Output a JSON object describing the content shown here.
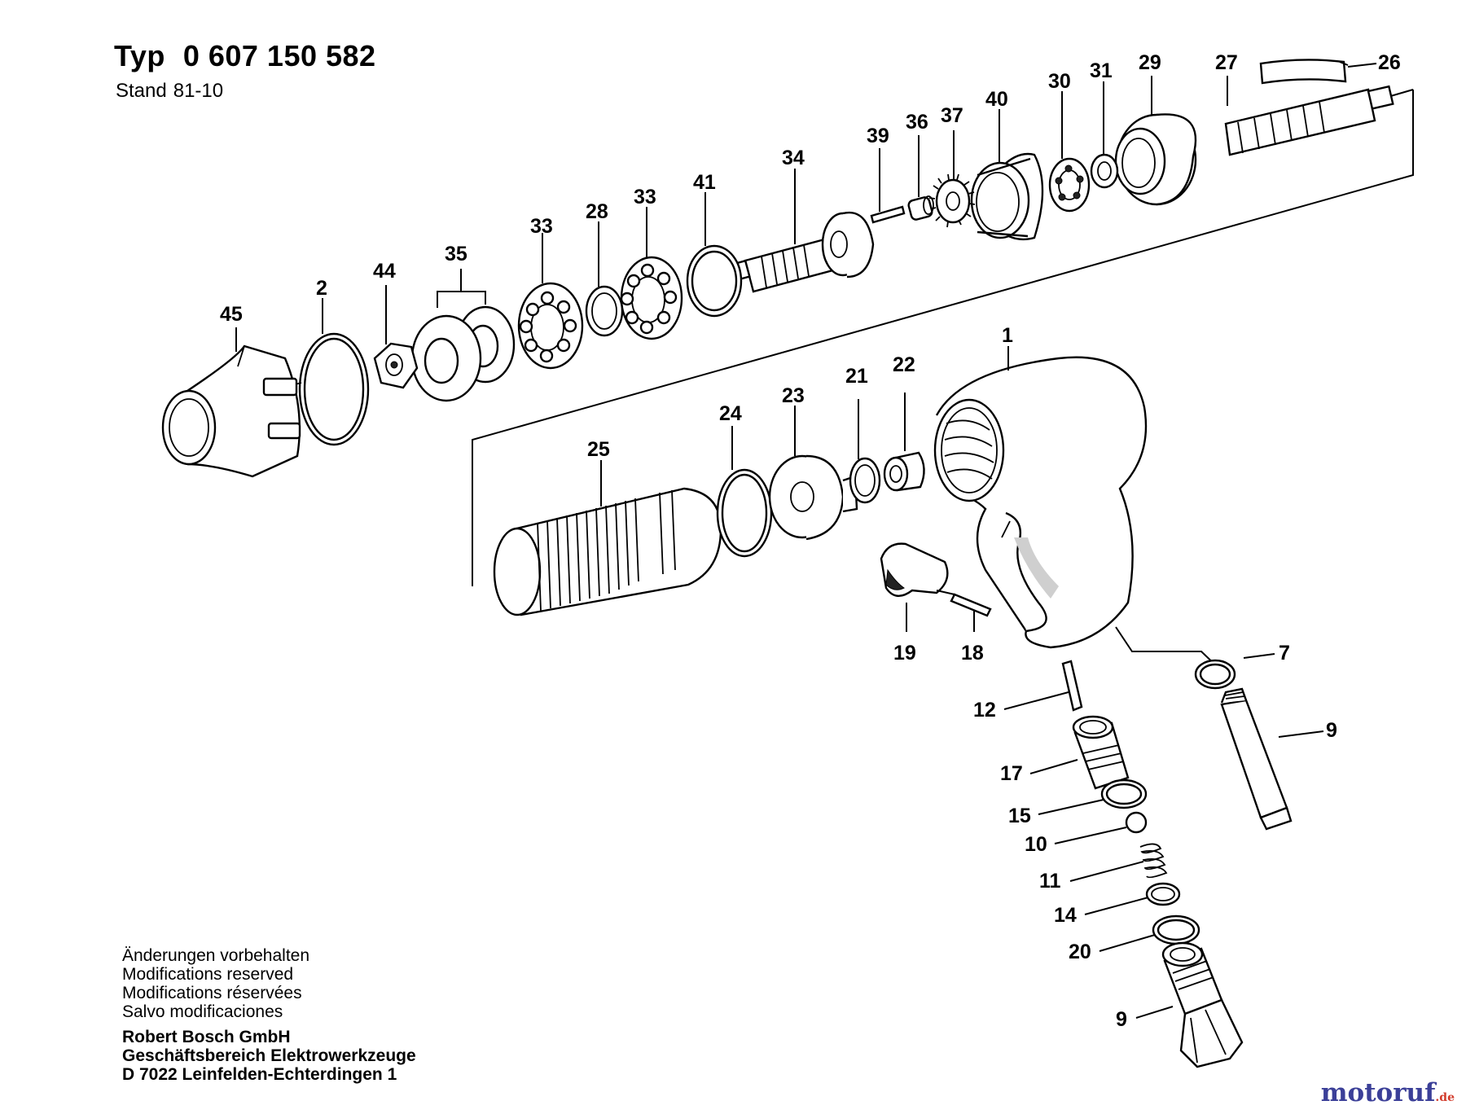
{
  "header": {
    "type_label": "Typ",
    "type_number": "0 607 150 582",
    "stand_label": "Stand",
    "stand_value": "81-10"
  },
  "notes": [
    "Änderungen vorbehalten",
    "Modifications reserved",
    "Modifications réservées",
    "Salvo modificaciones"
  ],
  "company": [
    "Robert Bosch GmbH",
    "Geschäftsbereich Elektrowerkzeuge",
    "D 7022 Leinfelden-Echterdingen 1"
  ],
  "watermark": {
    "main": "motoruf",
    "suffix": ".de"
  },
  "parts": {
    "p1": "1",
    "p2": "2",
    "p7": "7",
    "p9a": "9",
    "p9b": "9",
    "p10": "10",
    "p11": "11",
    "p12": "12",
    "p14": "14",
    "p15": "15",
    "p17": "17",
    "p18": "18",
    "p19": "19",
    "p20": "20",
    "p21": "21",
    "p22": "22",
    "p23": "23",
    "p24": "24",
    "p25": "25",
    "p26": "26",
    "p27": "27",
    "p28": "28",
    "p29": "29",
    "p30": "30",
    "p31": "31",
    "p33a": "33",
    "p33b": "33",
    "p34": "34",
    "p35": "35",
    "p36": "36",
    "p37": "37",
    "p39": "39",
    "p40": "40",
    "p41": "41",
    "p44": "44",
    "p45": "45"
  }
}
